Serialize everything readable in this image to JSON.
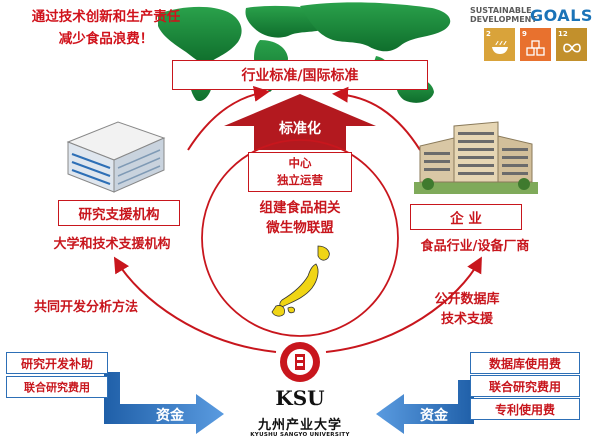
{
  "slogan": {
    "line1": "通过技术创新和生产责任",
    "line2": "减少食品浪费！"
  },
  "sdg": {
    "title_line1": "SUSTAINABLE",
    "title_line2": "DEVELOPMENT",
    "goals_word": "GOALS",
    "tiles": [
      {
        "num": "2",
        "color": "#d9a33a"
      },
      {
        "num": "9",
        "color": "#e8712e"
      },
      {
        "num": "12",
        "color": "#c2902c"
      }
    ]
  },
  "banner": {
    "text": "行业标准/国际标准"
  },
  "standardization": {
    "label": "标准化"
  },
  "center": {
    "line1": "中心",
    "line2": "独立运营"
  },
  "alliance": {
    "line1": "组建食品相关",
    "line2": "微生物联盟"
  },
  "left_org": {
    "title": "研究支援机构",
    "subtitle": "大学和技术支援机构"
  },
  "right_org": {
    "title": "企  业",
    "subtitle": "食品行业/设备厂商"
  },
  "left_flow": {
    "label": "共同开发分析方法"
  },
  "right_flow": {
    "line1": "公开数据库",
    "line2": "技术支援"
  },
  "left_funding": {
    "items": [
      "研究开发补助",
      "联合研究费用"
    ],
    "funds_label": "资金"
  },
  "right_funding": {
    "items": [
      "数据库使用费",
      "联合研究费用",
      "专利使用费"
    ],
    "funds_label": "资金"
  },
  "university": {
    "logo_text": "KSU",
    "name_cn": "九州产业大学",
    "name_en": "KYUSHU SANGYO UNIVERSITY"
  },
  "colors": {
    "accent_red": "#c8161d",
    "flow_blue": "#2d6fb6",
    "map_green": "#1f8a3a",
    "japan_yellow": "#f0d515"
  }
}
